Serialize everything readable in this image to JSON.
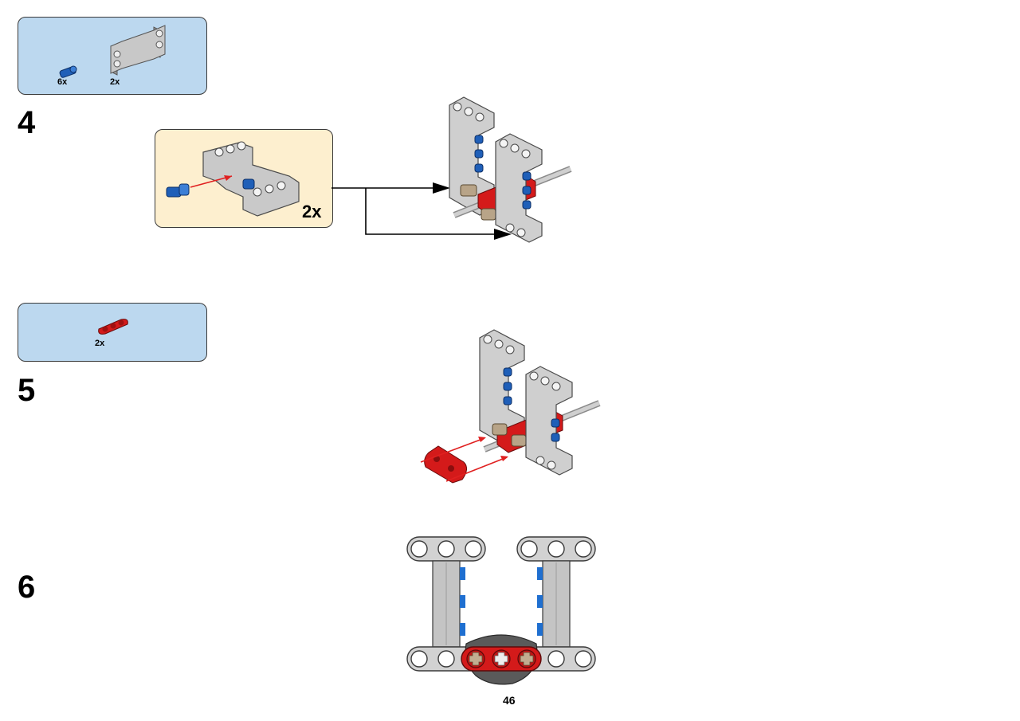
{
  "steps": [
    {
      "number": "4",
      "parts": [
        {
          "icon": "blue-pin-icon",
          "qty": "6x"
        },
        {
          "icon": "h-frame-beam-icon",
          "qty": "2x"
        }
      ],
      "subassembly_qty": "2x"
    },
    {
      "number": "5",
      "parts": [
        {
          "icon": "red-beam-icon",
          "qty": "2x"
        }
      ]
    },
    {
      "number": "6"
    }
  ],
  "page_number": "46",
  "colors": {
    "parts_box": "#bcd8ef",
    "subassembly_box": "#fdefcf",
    "beam_gray": "#c8c8c8",
    "pin_blue": "#1f5fb8",
    "beam_red": "#d41a1a",
    "arrow_red": "#e02020"
  }
}
